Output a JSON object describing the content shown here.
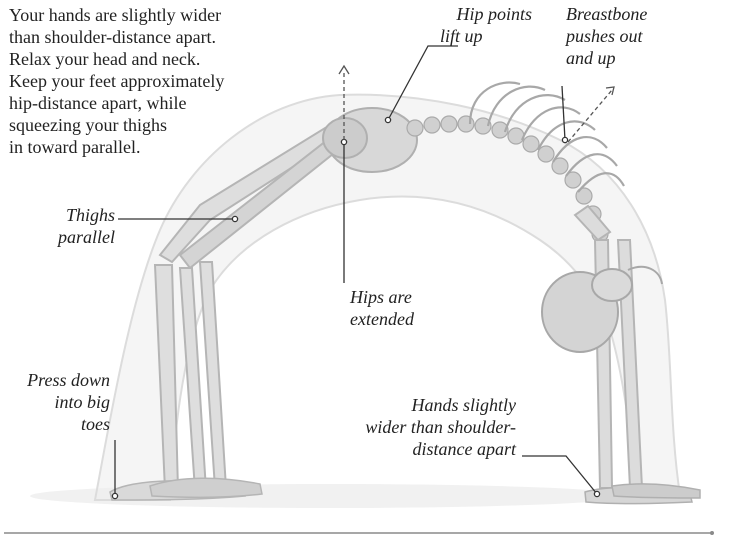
{
  "intro": {
    "lines": [
      "Your hands are slightly wider",
      "than shoulder-distance apart.",
      "Relax your head and neck.",
      "Keep your feet approximately",
      "hip-distance apart, while",
      "squeezing your thighs",
      "in toward parallel."
    ]
  },
  "callouts": {
    "hip_points": [
      "Hip points",
      "lift up"
    ],
    "breastbone": [
      "Breastbone",
      "pushes out",
      "and up"
    ],
    "thighs": [
      "Thighs",
      "parallel"
    ],
    "hips": [
      "Hips are",
      "extended"
    ],
    "toes": [
      "Press down",
      "into big",
      "toes"
    ],
    "hands": [
      "Hands slightly",
      "wider than shoulder-",
      "distance apart"
    ]
  },
  "colors": {
    "text": "#222222",
    "line": "#333333",
    "skeleton": "#d9d9d9",
    "skeleton_edge": "#b5b5b5",
    "body_outline": "#e6e6e6"
  }
}
